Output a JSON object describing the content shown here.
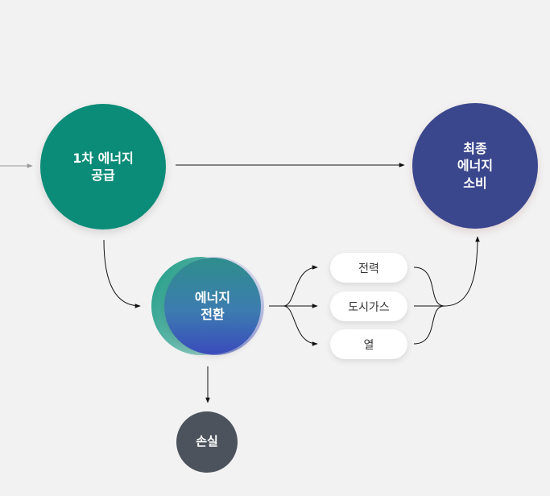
{
  "nodes": {
    "primary_supply": {
      "line1": "1차 에너지",
      "line2": "공급"
    },
    "final_consumption": {
      "line1": "최종",
      "line2": "에너지",
      "line3": "소비"
    },
    "conversion": {
      "line1": "에너지",
      "line2": "전환"
    },
    "loss": {
      "label": "손실"
    }
  },
  "outputs": [
    {
      "label": "전력"
    },
    {
      "label": "도시가스"
    },
    {
      "label": "열"
    }
  ],
  "colors": {
    "primary": "#0b8c78",
    "final": "#3b478d",
    "conversion_teal": "#2f8e8c",
    "conversion_blue": "#3a4bbb",
    "loss": "#4d535d",
    "background": "#f2f2f2",
    "arrow": "#111111",
    "incoming_arrow": "#9a9a9a"
  }
}
